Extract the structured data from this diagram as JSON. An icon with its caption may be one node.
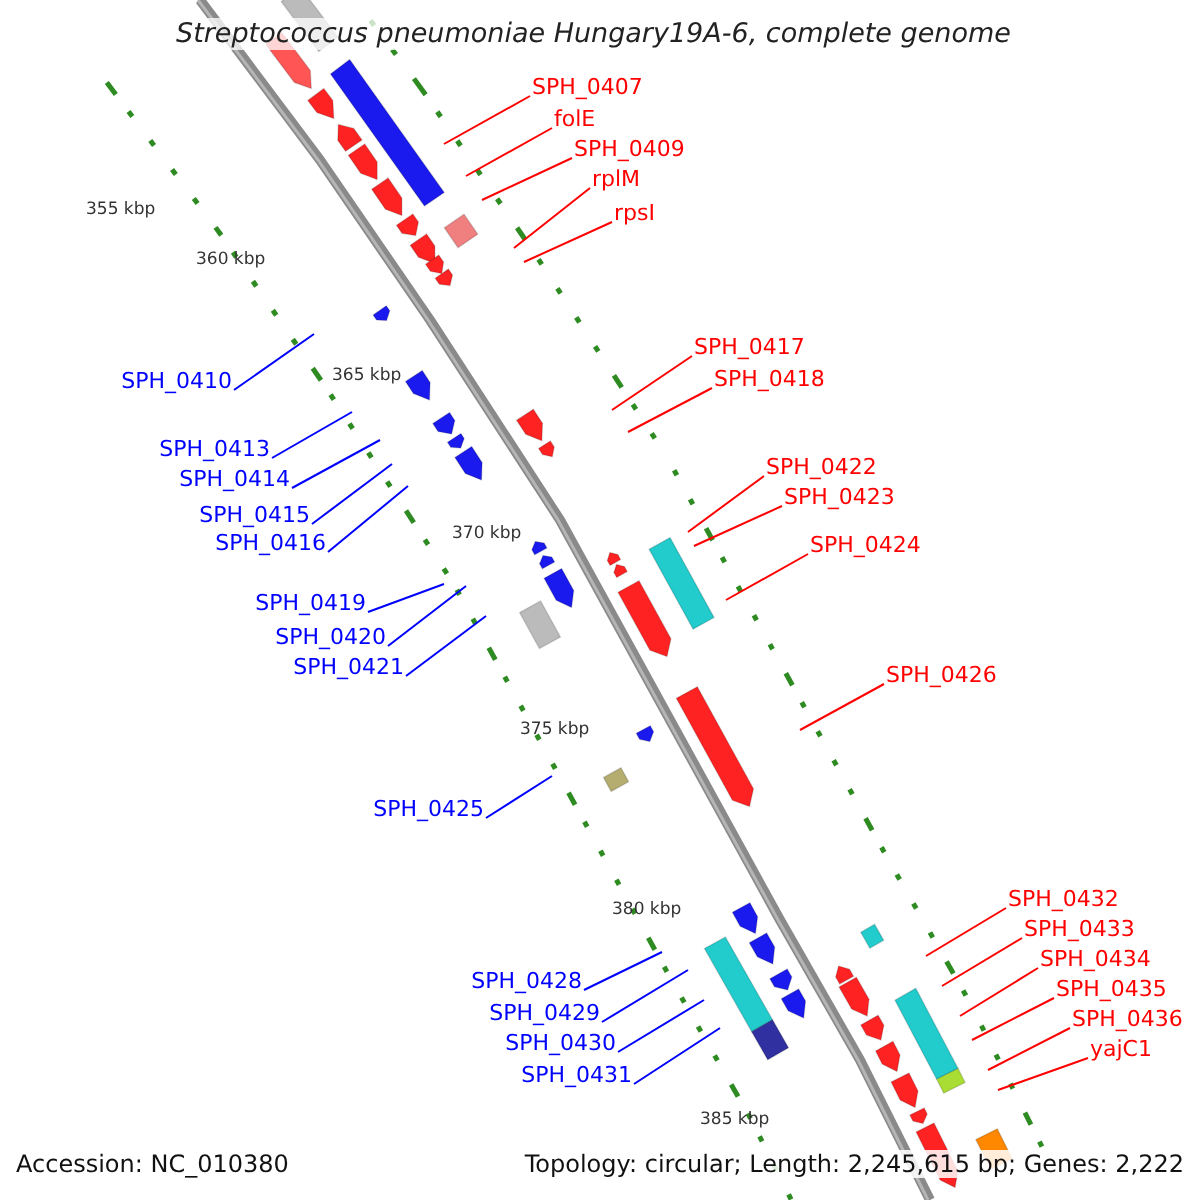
{
  "diagram": {
    "title": "Streptococcus pneumoniae Hungary19A-6, complete genome",
    "nodes": [
      {
        "text": [
          "SPH_0407"
        ]
      },
      {
        "text": [
          "folE"
        ]
      },
      {
        "text": [
          "SPH_0409"
        ]
      },
      {
        "text": [
          "rplM"
        ]
      },
      {
        "text": [
          "rpsI"
        ]
      },
      {
        "text": [
          "SPH_0417"
        ]
      },
      {
        "text": [
          "SPH_0418"
        ]
      },
      {
        "text": [
          "SPH_0410"
        ]
      },
      {
        "text": [
          "SPH_0413"
        ]
      },
      {
        "text": [
          "SPH_0422"
        ]
      },
      {
        "text": [
          "SPH_0414"
        ]
      },
      {
        "text": [
          "SPH_0423"
        ]
      },
      {
        "text": [
          "SPH_0415"
        ]
      },
      {
        "text": [
          "SPH_0416"
        ]
      },
      {
        "text": [
          "SPH_0424"
        ]
      },
      {
        "text": [
          "SPH_0419"
        ]
      },
      {
        "text": [
          "SPH_0420"
        ]
      },
      {
        "text": [
          "SPH_0421"
        ]
      },
      {
        "text": [
          "SPH_0426"
        ]
      },
      {
        "text": [
          "SPH_0425"
        ]
      },
      {
        "text": [
          "SPH_0432"
        ]
      },
      {
        "text": [
          "SPH_0433"
        ]
      },
      {
        "text": [
          "SPH_0434"
        ]
      },
      {
        "text": [
          "SPH_0428"
        ]
      },
      {
        "text": [
          "SPH_0435"
        ]
      },
      {
        "text": [
          "SPH_0429"
        ]
      },
      {
        "text": [
          "SPH_0436"
        ]
      },
      {
        "text": [
          "SPH_0430"
        ]
      },
      {
        "text": [
          "yajC1"
        ]
      },
      {
        "text": [
          "SPH_0431"
        ]
      }
    ],
    "edges": [
      {
        "from": 0,
        "to": null,
        "arrow": "none"
      },
      {
        "from": 1,
        "to": null,
        "arrow": "none"
      },
      {
        "from": 2,
        "to": null,
        "arrow": "none"
      },
      {
        "from": 3,
        "to": null,
        "arrow": "none"
      },
      {
        "from": 4,
        "to": null,
        "arrow": "none"
      },
      {
        "from": 5,
        "to": null,
        "arrow": "none"
      },
      {
        "from": 6,
        "to": null,
        "arrow": "none"
      },
      {
        "from": 7,
        "to": null,
        "arrow": "none",
        "color": "#0000ff"
      },
      {
        "from": 8,
        "to": null,
        "arrow": "none",
        "color": "#0000ff"
      },
      {
        "from": 9,
        "to": null,
        "arrow": "none"
      },
      {
        "from": 10,
        "to": null,
        "arrow": "none",
        "color": "#0000ff"
      },
      {
        "from": 11,
        "to": null,
        "arrow": "none"
      },
      {
        "from": 12,
        "to": null,
        "arrow": "none",
        "color": "#0000ff"
      },
      {
        "from": 13,
        "to": null,
        "arrow": "none",
        "color": "#0000ff"
      },
      {
        "from": 14,
        "to": null,
        "arrow": "none"
      },
      {
        "from": 15,
        "to": null,
        "arrow": "none",
        "color": "#0000ff"
      },
      {
        "from": 16,
        "to": null,
        "arrow": "none",
        "color": "#0000ff"
      },
      {
        "from": 17,
        "to": null,
        "arrow": "none",
        "color": "#0000ff"
      },
      {
        "from": 18,
        "to": null,
        "arrow": "none"
      },
      {
        "from": 19,
        "to": null,
        "arrow": "none",
        "color": "#0000ff"
      },
      {
        "from": 20,
        "to": null,
        "arrow": "none"
      },
      {
        "from": 21,
        "to": null,
        "arrow": "none"
      },
      {
        "from": 22,
        "to": null,
        "arrow": "none"
      },
      {
        "from": 23,
        "to": null,
        "arrow": "none",
        "color": "#0000ff"
      },
      {
        "from": 24,
        "to": null,
        "arrow": "none"
      },
      {
        "from": 25,
        "to": null,
        "arrow": "none",
        "color": "#0000ff"
      },
      {
        "from": 26,
        "to": null,
        "arrow": "none"
      },
      {
        "from": 27,
        "to": null,
        "arrow": "none",
        "color": "#0000ff"
      },
      {
        "from": 28,
        "to": null,
        "arrow": "none"
      },
      {
        "from": 29,
        "to": null,
        "arrow": "none",
        "color": "#0000ff"
      }
    ],
    "labels": [
      "355 kbp",
      "360 kbp",
      "365 kbp",
      "370 kbp",
      "375 kbp",
      "380 kbp",
      "385 kbp",
      "Accession: NC_010380",
      "Topology: circular; Length: 2,245,615 bp; Genes: 2,222"
    ]
  }
}
